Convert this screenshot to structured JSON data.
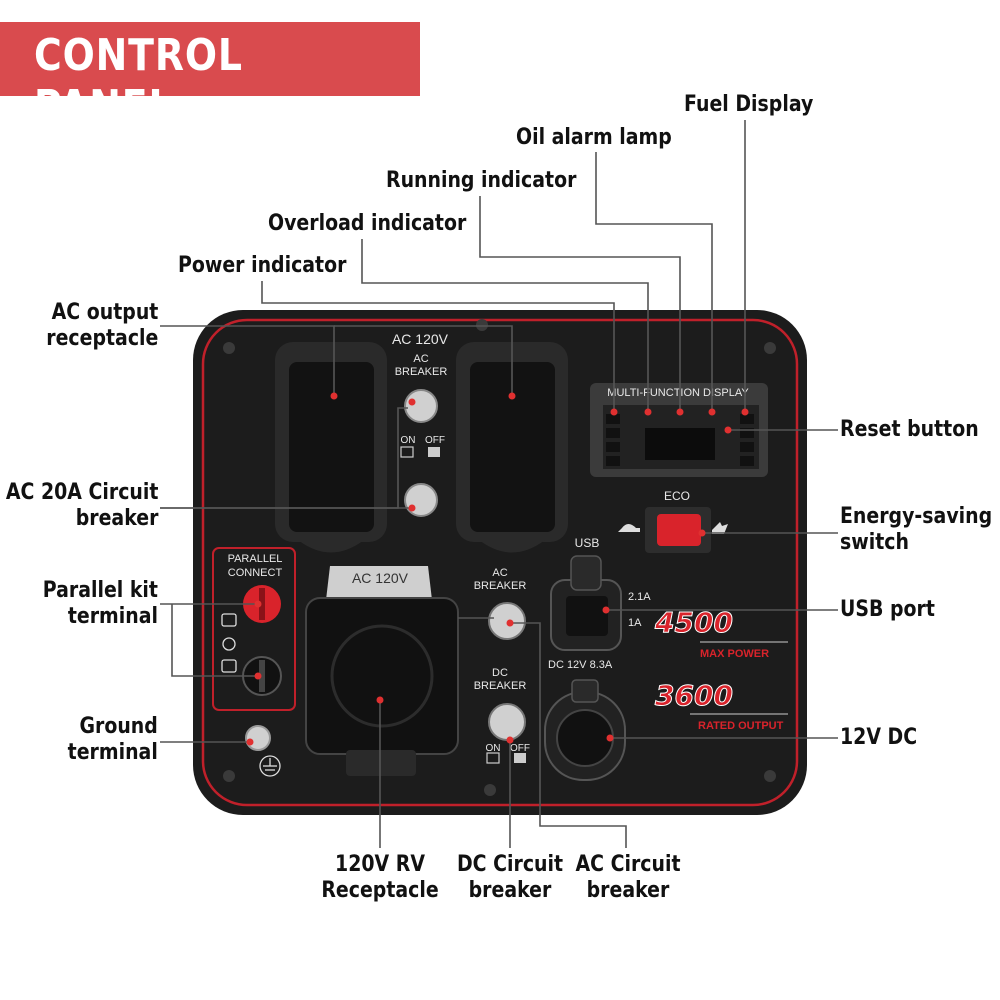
{
  "banner": {
    "title": "CONTROL PANEL"
  },
  "callouts": {
    "fuel_display": "Fuel Display",
    "oil_alarm_lamp": "Oil alarm lamp",
    "running_indicator": "Running indicator",
    "overload_indicator": "Overload indicator",
    "power_indicator": "Power indicator",
    "ac_output_receptacle": [
      "AC output",
      "receptacle"
    ],
    "ac_20a_circuit_breaker": [
      "AC 20A Circuit",
      "breaker"
    ],
    "parallel_kit_terminal": [
      "Parallel kit",
      "terminal"
    ],
    "ground_terminal": [
      "Ground",
      "terminal"
    ],
    "reset_button": "Reset button",
    "energy_saving_switch": [
      "Energy-saving",
      "switch"
    ],
    "usb_port": "USB port",
    "dc_12v": "12V DC",
    "rv_receptacle": [
      "120V RV",
      "Receptacle"
    ],
    "dc_circuit_breaker": [
      "DC Circuit",
      "breaker"
    ],
    "ac_circuit_breaker": [
      "AC Circuit",
      "breaker"
    ]
  },
  "panel": {
    "ac_120v_top": "AC 120V",
    "ac_breaker_top": [
      "AC",
      "BREAKER"
    ],
    "on": "ON",
    "off": "OFF",
    "parallel_connect": [
      "PARALLEL",
      "CONNECT"
    ],
    "ac_120v_rv": "AC 120V",
    "ac_breaker_mid": [
      "AC",
      "BREAKER"
    ],
    "dc_breaker": [
      "DC",
      "BREAKER"
    ],
    "usb": "USB",
    "usb_2_1a": "2.1A",
    "usb_1a": "1A",
    "dc_rating": "DC 12V 8.3A",
    "multi_function_display": "MULTI-FUNCTION DISPLAY",
    "eco": "ECO",
    "max_power_value": "4500",
    "max_power_label": "MAX POWER",
    "rated_output_value": "3600",
    "rated_output_label": "RATED OUTPUT"
  },
  "colors": {
    "banner": "#d94b4e",
    "panel_body": "#1c1c1c",
    "panel_trim": "#c0202a",
    "eco_button": "#d9232b",
    "leader_line": "#555555",
    "indicator_dot": "#e03030"
  }
}
